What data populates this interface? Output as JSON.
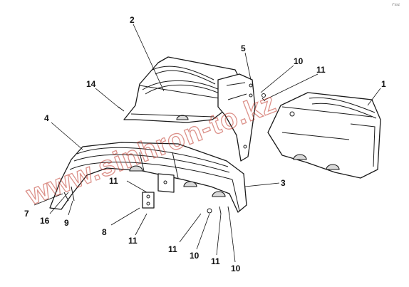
{
  "watermark": "www.sinhron-to.kz",
  "corner_mark": "r°ssz",
  "callouts": {
    "c1": "1",
    "c2": "2",
    "c3": "3",
    "c4": "4",
    "c5": "5",
    "c7": "7",
    "c8": "8",
    "c9": "9",
    "c10a": "10",
    "c10b": "10",
    "c10c": "10",
    "c11a": "11",
    "c11b": "11",
    "c11c": "11",
    "c11d": "11",
    "c11e": "11",
    "c14": "14",
    "c16": "16"
  }
}
